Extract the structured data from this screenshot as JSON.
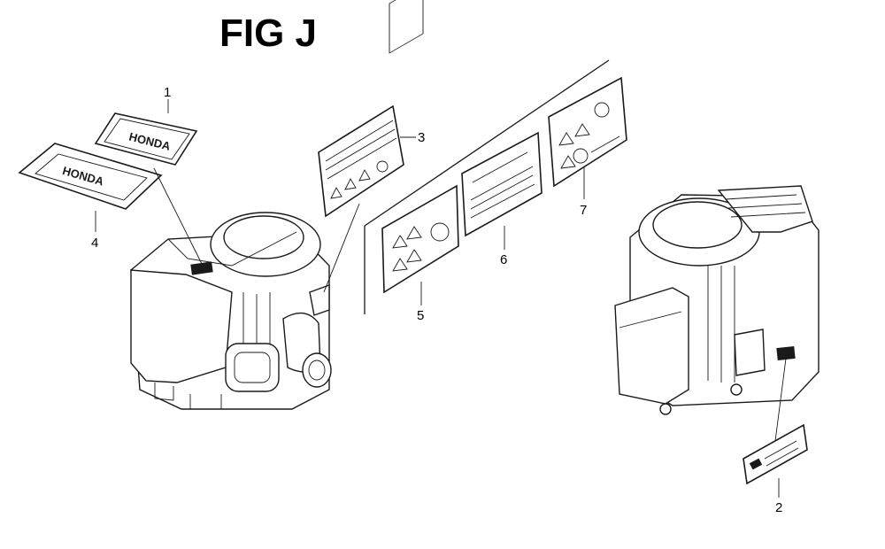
{
  "figure": {
    "title": "FIG J"
  },
  "callouts": {
    "c1": "1",
    "c2": "2",
    "c3": "3",
    "c4": "4",
    "c5": "5",
    "c6": "6",
    "c7": "7"
  }
}
